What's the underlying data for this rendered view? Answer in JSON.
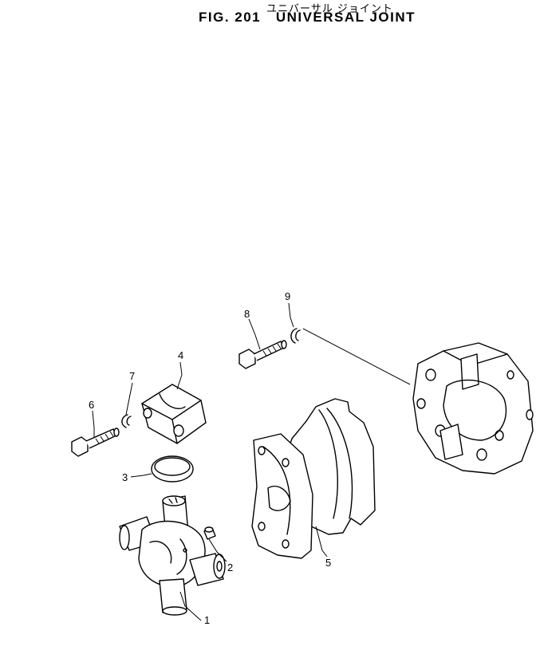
{
  "header": {
    "title_jp": "ユニバーサル ジョイント",
    "figure_number": "FIG. 201",
    "title": "UNIVERSAL JOINT"
  },
  "callouts": [
    {
      "id": "1",
      "label": "1"
    },
    {
      "id": "2",
      "label": "2"
    },
    {
      "id": "3",
      "label": "3"
    },
    {
      "id": "4",
      "label": "4"
    },
    {
      "id": "5",
      "label": "5"
    },
    {
      "id": "6",
      "label": "6"
    },
    {
      "id": "7",
      "label": "7"
    },
    {
      "id": "8",
      "label": "8"
    },
    {
      "id": "9",
      "label": "9"
    }
  ]
}
